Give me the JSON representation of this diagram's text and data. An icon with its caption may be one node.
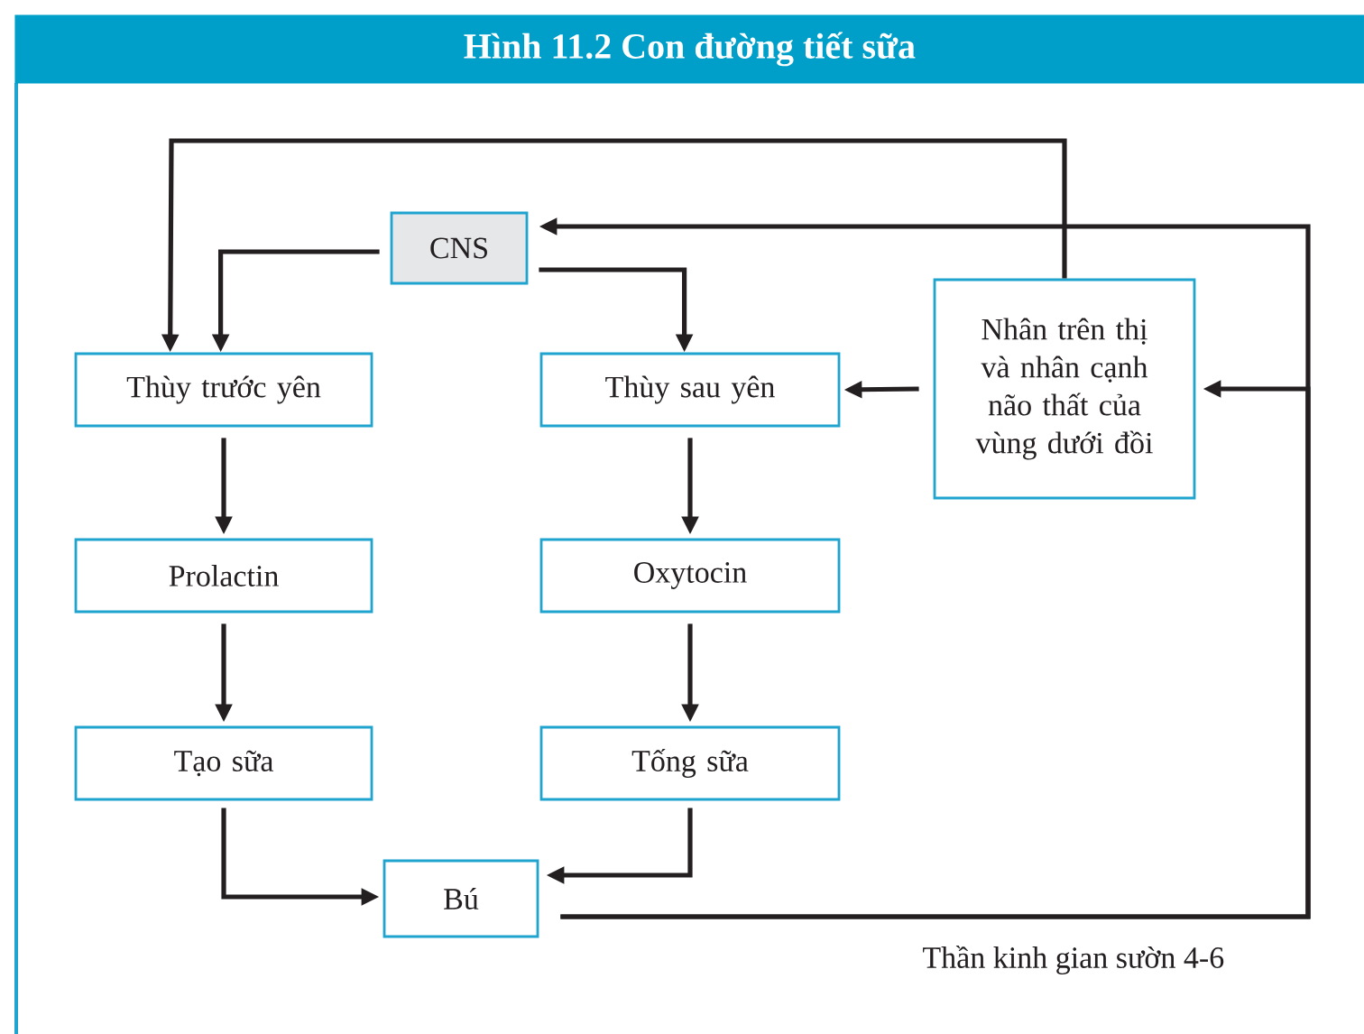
{
  "diagram": {
    "title": "Hình 11.2 Con đường tiết sữa",
    "nodes": [
      {
        "text": [
          "CNS"
        ]
      },
      {
        "text": [
          "Thùy trước yên"
        ]
      },
      {
        "text": [
          "Thùy sau yên"
        ]
      },
      {
        "text": [
          "Nhân trên thị và nhân cạnh não thất của vùng dưới đồi"
        ]
      },
      {
        "text": [
          "Prolactin"
        ]
      },
      {
        "text": [
          "Oxytocin"
        ]
      },
      {
        "text": [
          "Tạo sữa"
        ]
      },
      {
        "text": [
          "Tống sữa"
        ]
      },
      {
        "text": [
          "Bú"
        ]
      }
    ],
    "edges": [
      {
        "from": 3,
        "to": 1,
        "arrow": "to"
      },
      {
        "from": 0,
        "to": 1,
        "arrow": "to"
      },
      {
        "from": 0,
        "to": 2,
        "arrow": "to"
      },
      {
        "from": 3,
        "to": 2,
        "arrow": "to"
      },
      {
        "from": 1,
        "to": 4,
        "arrow": "to"
      },
      {
        "from": 2,
        "to": 5,
        "arrow": "to"
      },
      {
        "from": 4,
        "to": 6,
        "arrow": "to"
      },
      {
        "from": 5,
        "to": 7,
        "arrow": "to"
      },
      {
        "from": 6,
        "to": 8,
        "arrow": "to"
      },
      {
        "from": 7,
        "to": 8,
        "arrow": "to"
      },
      {
        "from": 8,
        "to": 0,
        "arrow": "to",
        "label": "Thần kinh gian sườn 4-6"
      },
      {
        "from": 8,
        "to": 3,
        "arrow": "to"
      }
    ]
  }
}
